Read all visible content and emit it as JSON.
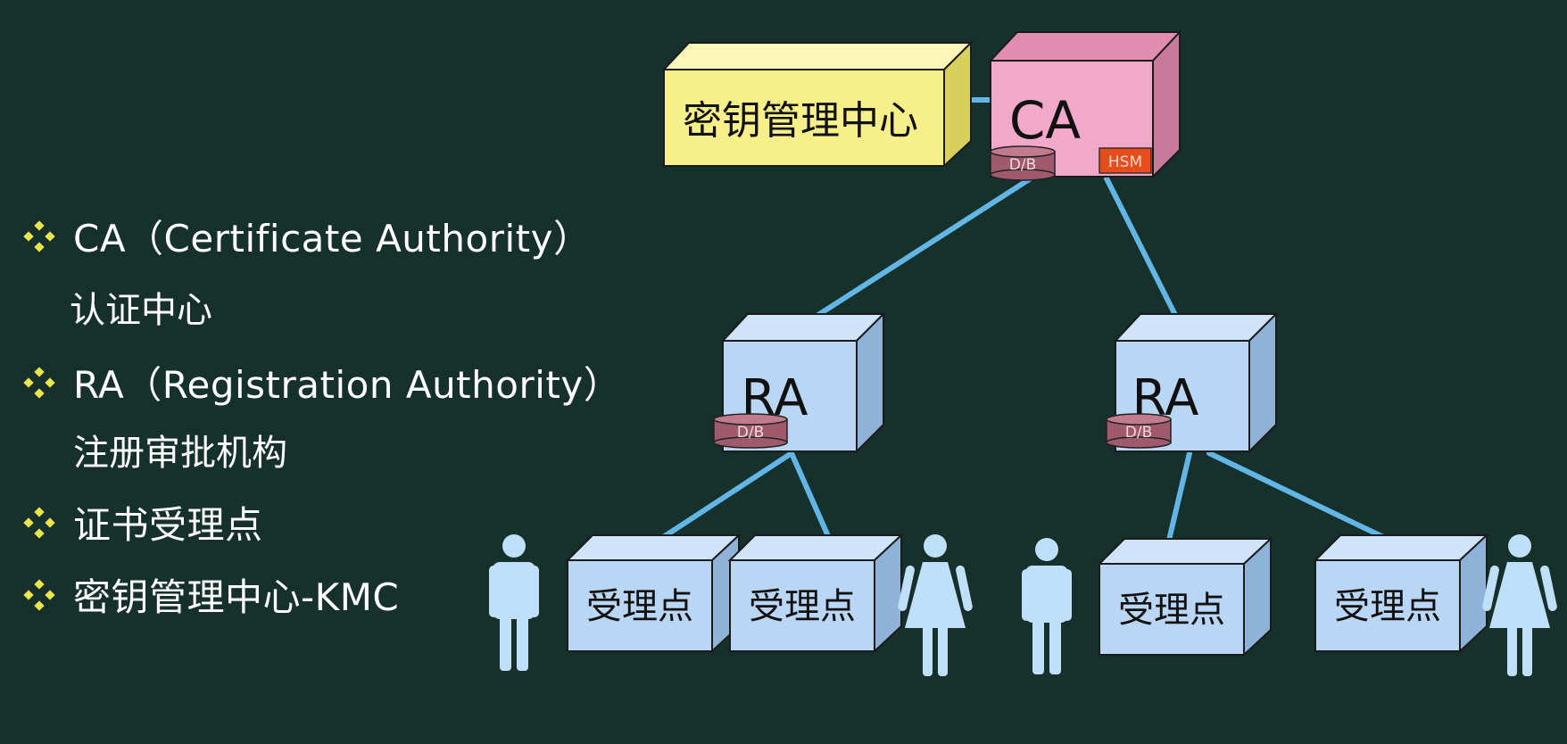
{
  "bullets": [
    {
      "title": "CA（Certificate Authority）",
      "subtitle": "认证中心"
    },
    {
      "title": "RA（Registration Authority）",
      "subtitle": "注册审批机构"
    },
    {
      "title": "证书受理点",
      "subtitle": ""
    },
    {
      "title": "密钥管理中心-KMC",
      "subtitle": ""
    }
  ],
  "diagram": {
    "kmc": {
      "label": "密钥管理中心"
    },
    "ca": {
      "label": "CA",
      "db_label": "D/B",
      "hsm_label": "HSM"
    },
    "ra_left": {
      "label": "RA",
      "db_label": "D/B"
    },
    "ra_right": {
      "label": "RA",
      "db_label": "D/B"
    },
    "acceptance_points": [
      {
        "label": "受理点"
      },
      {
        "label": "受理点"
      },
      {
        "label": "受理点"
      },
      {
        "label": "受理点"
      }
    ]
  },
  "colors": {
    "background": "#16302b",
    "kmc_box": "#f7ef8a",
    "ca_box": "#f2a9c9",
    "ra_box": "#b9d6f5",
    "connector": "#62b6e6",
    "db_cylinder": "#a05a6e",
    "hsm_box": "#e74c1c",
    "bullet": "#e9e54a"
  }
}
